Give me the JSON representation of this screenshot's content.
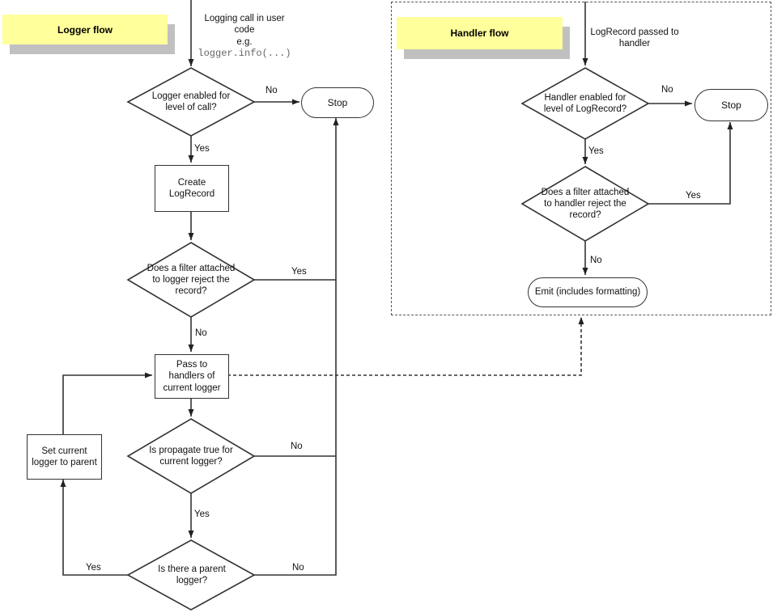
{
  "colors": {
    "sticky_yellow": "#ffff9c",
    "sticky_shadow": "#c0c0c0",
    "line": "#333333",
    "code_text": "#666666"
  },
  "logger_flow": {
    "title": "Logger flow",
    "entry_text": "Logging call in user\ncode\ne.g.",
    "entry_code": "logger.info(...)",
    "nodes": {
      "enabled_check": "Logger enabled for\nlevel of call?",
      "stop": "Stop",
      "create_logrecord": "Create\nLogRecord",
      "filter_check": "Does a filter attached\nto logger reject the\nrecord?",
      "pass_to_handlers": "Pass to\nhandlers of\ncurrent logger",
      "propagate_check": "Is propagate true for\ncurrent logger?",
      "set_current_logger": "Set current\nlogger to parent",
      "parent_check": "Is there a parent\nlogger?"
    },
    "edge_labels": {
      "enabled_no": "No",
      "enabled_yes": "Yes",
      "filter_yes": "Yes",
      "filter_no": "No",
      "propagate_no": "No",
      "propagate_yes": "Yes",
      "parent_yes": "Yes",
      "parent_no": "No"
    }
  },
  "handler_flow": {
    "title": "Handler flow",
    "entry_text": "LogRecord passed to\nhandler",
    "nodes": {
      "enabled_check": "Handler enabled for\nlevel of LogRecord?",
      "stop": "Stop",
      "filter_check": "Does a filter attached\nto handler reject the\nrecord?",
      "emit": "Emit (includes formatting)"
    },
    "edge_labels": {
      "enabled_no": "No",
      "enabled_yes": "Yes",
      "filter_yes": "Yes",
      "filter_no": "No"
    }
  }
}
